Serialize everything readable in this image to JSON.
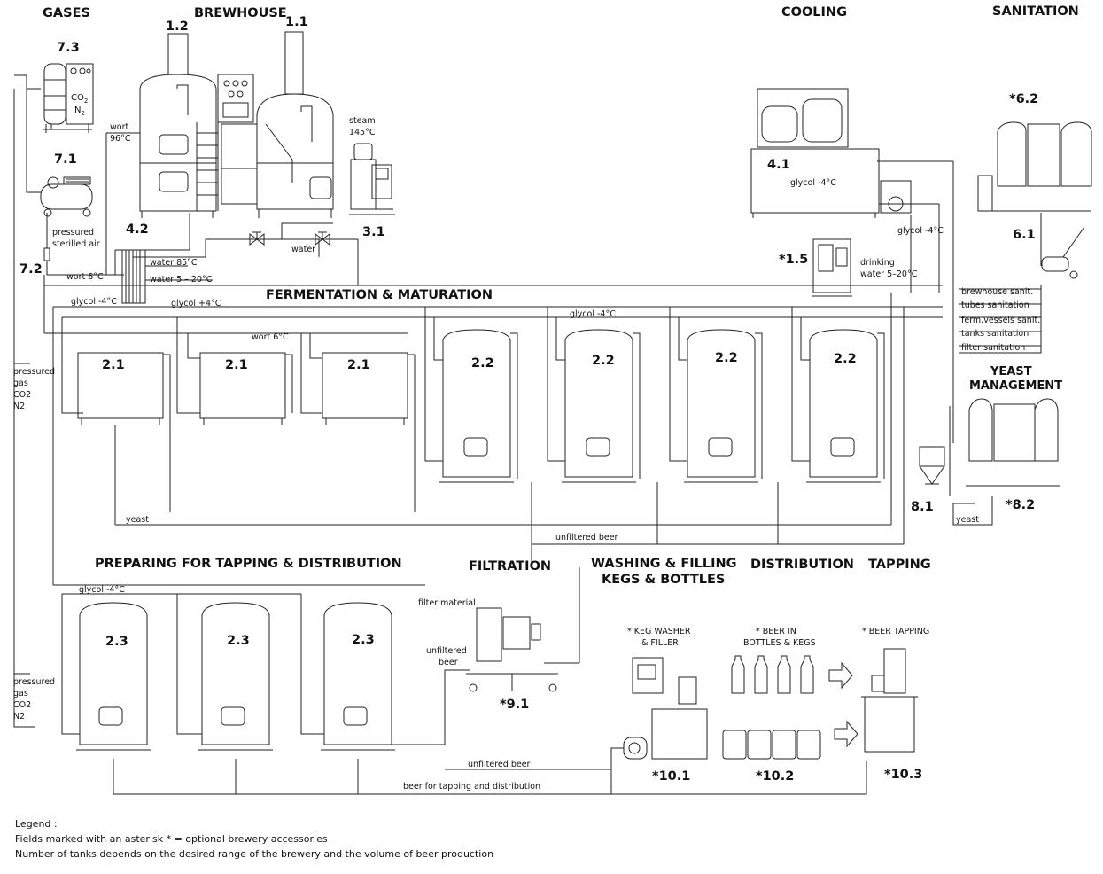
{
  "sections": {
    "gases": "GASES",
    "brewhouse": "BREWHOUSE",
    "cooling": "COOLING",
    "sanitation": "SANITATION",
    "fermentation": "FERMENTATION & MATURATION",
    "yeast_management": [
      "YEAST",
      "MANAGEMENT"
    ],
    "preparing": "PREPARING FOR TAPPING & DISTRIBUTION",
    "filtration": "FILTRATION",
    "washing": [
      "WASHING & FILLING",
      "KEGS & BOTTLES"
    ],
    "distribution": "DISTRIBUTION",
    "tapping": "TAPPING"
  },
  "units": {
    "u73": "7.3",
    "u12": "1.2",
    "u11": "1.1",
    "u71": "7.1",
    "u42": "4.2",
    "u31": "3.1",
    "u72": "7.2",
    "u41": "4.1",
    "u62": "*6.2",
    "u61": "6.1",
    "u15": "*1.5",
    "t21": "2.1",
    "t22": "2.2",
    "t23": "2.3",
    "u81": "8.1",
    "u82": "*8.2",
    "u91": "*9.1",
    "u101": "*10.1",
    "u102": "*10.2",
    "u103": "*10.3"
  },
  "labels": {
    "wort96": [
      "wort",
      "96°C"
    ],
    "steam": [
      "steam",
      "145°C"
    ],
    "pressured_air": [
      "pressured",
      "sterilled air"
    ],
    "water": "water",
    "water85": "water 85°C",
    "water5_20": "water 5 – 20°C",
    "wort6_a": "wort 6°C",
    "wort6_b": "wort 6°C",
    "glycol_cool": "glycol -4°C",
    "glycol_right": "glycol -4°C",
    "glycol_left": "glycol -4°C",
    "glycol_plus4": "glycol +4°C",
    "glycol_ferm": "glycol -4°C",
    "glycol_prep": "glycol -4°C",
    "drinking_water": [
      "drinking",
      "water 5–20°C"
    ],
    "brewhouse_sanit": "brewhouse sanit.",
    "tubes_sanit": "tubes sanitation",
    "ferm_sanit": "ferm.vessels sanit.",
    "tanks_sanit": "tanks sanitation",
    "filter_sanit": "filter sanitation",
    "gas_top": [
      "pressured",
      "gas",
      "CO2",
      "N2"
    ],
    "gas_bottom": [
      "pressured",
      "gas",
      "CO2",
      "N2"
    ],
    "yeast_left": "yeast",
    "yeast_right": "yeast",
    "unfiltered_beer": "unfiltered beer",
    "filter_material": "filter material",
    "unfiltered_beer_filter": [
      "unfiltered",
      "beer"
    ],
    "unfiltered_beer_bottom": "unfiltered beer",
    "beer_tapping_dist": "beer for tapping and distribution",
    "keg_washer": [
      "* KEG WASHER",
      "& FILLER"
    ],
    "beer_in": [
      "* BEER IN",
      "BOTTLES & KEGS"
    ],
    "beer_tapping": "* BEER TAPPING",
    "co2": "CO",
    "co2_sub": "2",
    "n2": "N",
    "n2_sub": "2"
  },
  "legend": {
    "title": "Legend :",
    "line1": "Fields marked with an asterisk * = optional brewery accessories",
    "line2": "Number of tanks depends on the desired range of the brewery and the volume of beer production"
  }
}
